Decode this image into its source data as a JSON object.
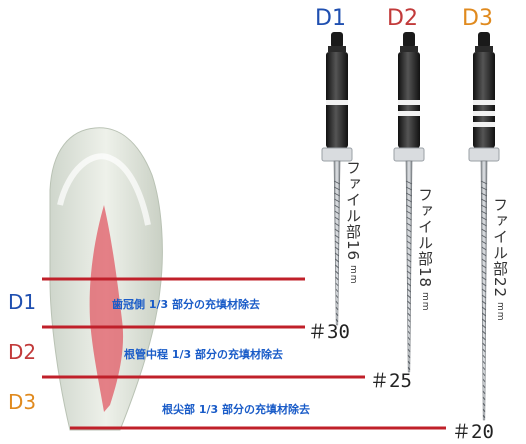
{
  "files": [
    {
      "name": "D1",
      "color": "#1f4fb0",
      "segment_length": "16",
      "unit": "mm",
      "band_count": 1
    },
    {
      "name": "D2",
      "color": "#c23a3a",
      "segment_length": "18",
      "unit": "mm",
      "band_count": 2
    },
    {
      "name": "D3",
      "color": "#e08a1e",
      "segment_length": "22",
      "unit": "mm",
      "band_count": 3
    }
  ],
  "file_part_label": "ファイル部",
  "rows": [
    {
      "label": "D1",
      "color": "#1f4fb0",
      "description": "歯冠側 1/3 部分の充填材除去",
      "size": "＃30"
    },
    {
      "label": "D2",
      "color": "#c23a3a",
      "description": "根管中程 1/3 部分の充填材除去",
      "size": "＃25"
    },
    {
      "label": "D3",
      "color": "#e08a1e",
      "description": "根尖部 1/3 部分の充填材除去",
      "size": "＃20"
    }
  ],
  "line_color": "#c0202a",
  "description_color": "#1a5cc8"
}
